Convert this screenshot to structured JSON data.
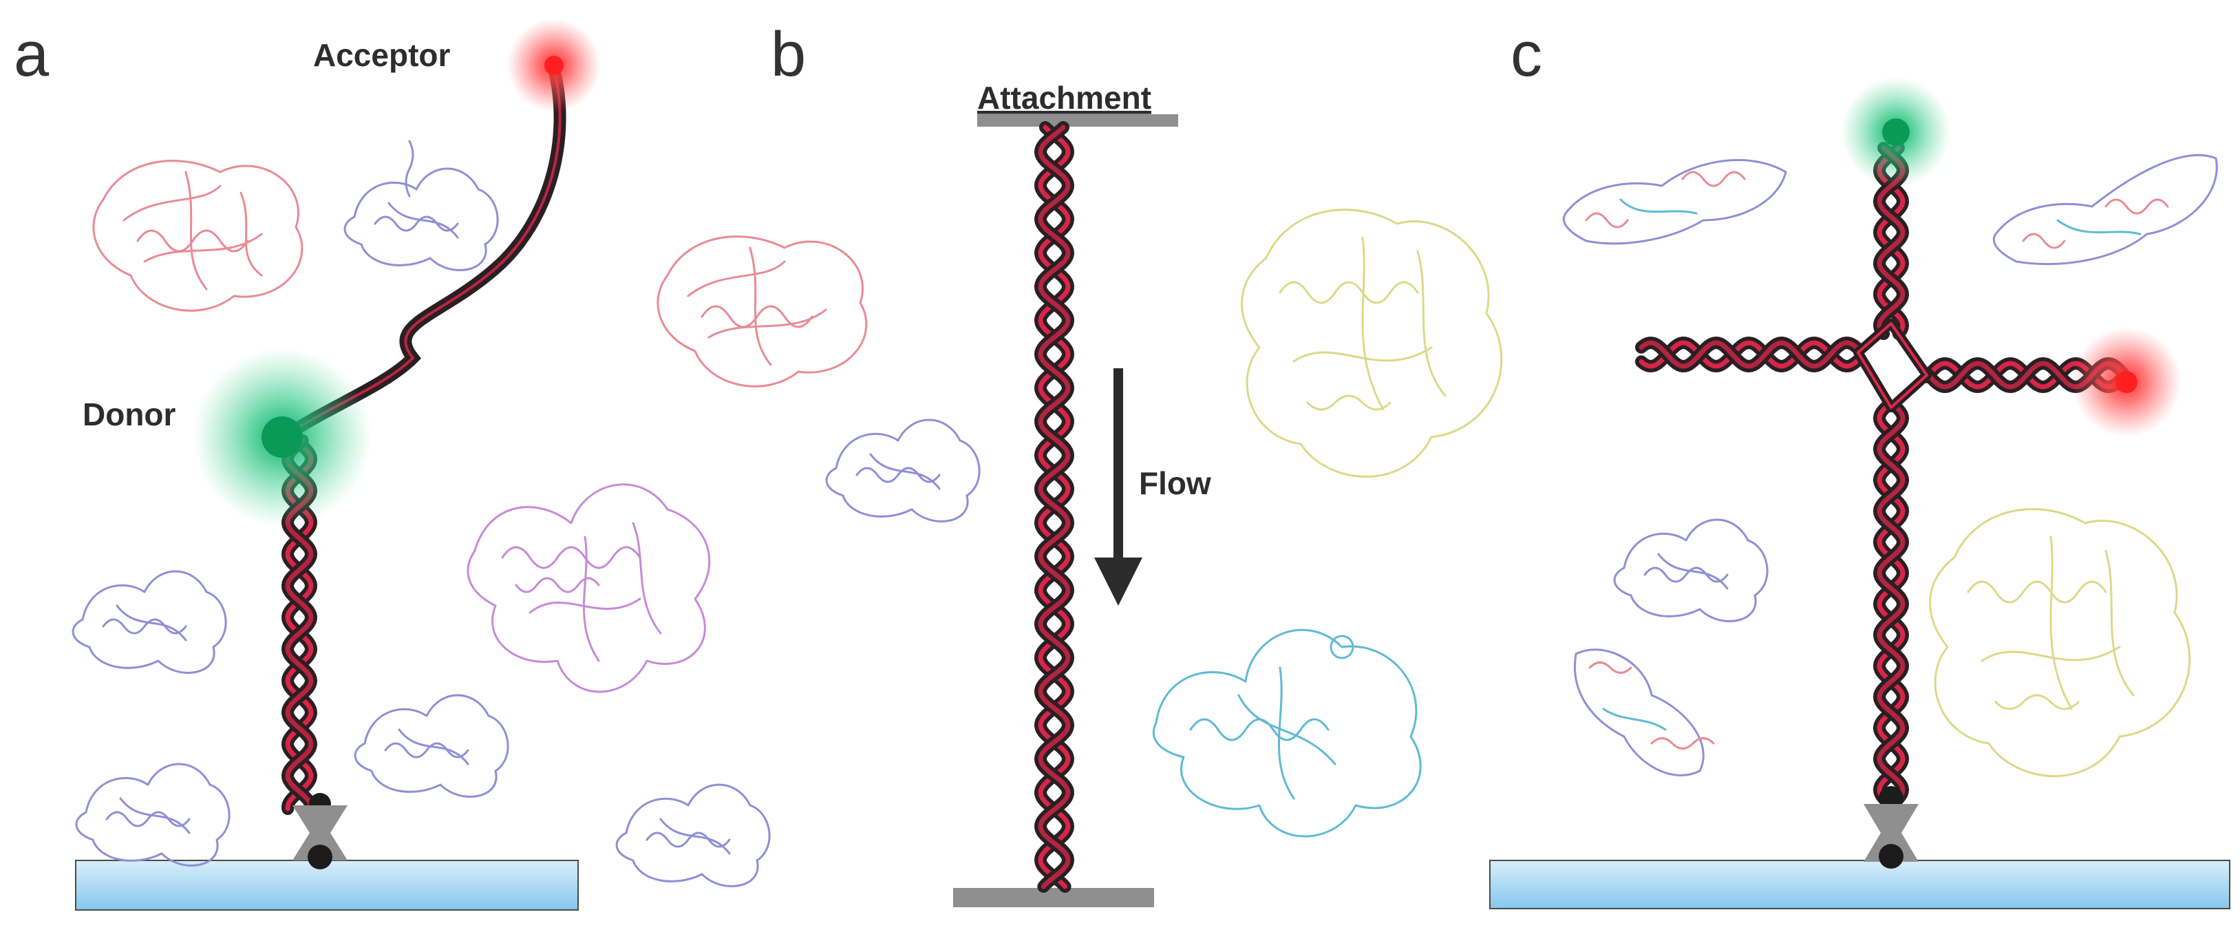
{
  "panels": {
    "a": {
      "letter": "a",
      "acceptor_label": "Acceptor",
      "donor_label": "Donor"
    },
    "b": {
      "letter": "b",
      "attachment_label": "Attachment",
      "flow_label": "Flow"
    },
    "c": {
      "letter": "c"
    }
  },
  "colors": {
    "dna_dark": "#2a1f22",
    "dna_red": "#e0274a",
    "donor_green": "#12b86a",
    "acceptor_red": "#ff3b3b",
    "surface_top": "#cfe9f8",
    "surface_bottom": "#8ccbef",
    "bar_gray": "#8f8f8f",
    "protein_pink": "#e88b95",
    "protein_blue": "#8f8fd6",
    "protein_violet": "#c68ad8",
    "protein_yellow": "#dcd989",
    "protein_cyan": "#5fb9d6",
    "flow_arrow": "#2b2b2b"
  },
  "icons": {
    "acceptor": "acceptor-fluorophore-icon",
    "donor": "donor-fluorophore-icon",
    "tether": "tether-anchor-icon",
    "flow": "flow-arrow-icon"
  }
}
